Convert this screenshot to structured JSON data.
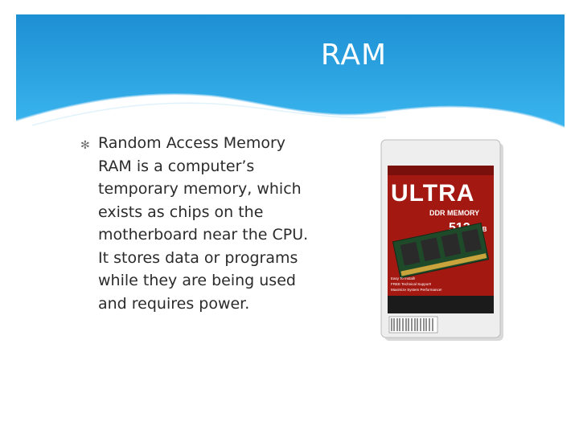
{
  "slide": {
    "title": "RAM",
    "bullet_heading": "Random Access Memory",
    "paragraph": "RAM is a computer’s temporary memory, which exists as chips on the motherboard near the CPU.  It stores data or programs while they are being used and requires power."
  },
  "image": {
    "brand": "ULTRA",
    "product_line": "DDR MEMORY",
    "capacity": "512",
    "capacity_unit": "MB",
    "promo_lines": [
      "Easy To Install!",
      "FREE Technical Support!",
      "Maximize System Performance!"
    ]
  },
  "colors": {
    "header_top": "#1d8fd3",
    "header_bottom": "#35b2ec",
    "package_red": "#a31912"
  }
}
